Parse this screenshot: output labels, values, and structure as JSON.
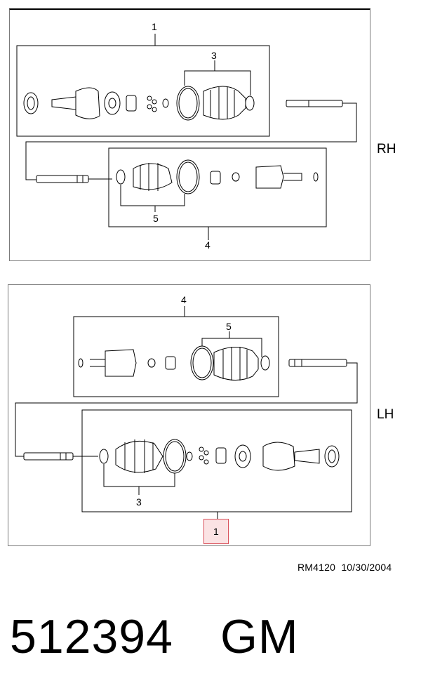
{
  "rh_panel": {
    "side_label": "RH",
    "callouts": {
      "c1": "1",
      "c3": "3",
      "c4": "4",
      "c5": "5"
    }
  },
  "lh_panel": {
    "side_label": "LH",
    "callouts": {
      "c4": "4",
      "c5": "5",
      "c3": "3",
      "c1": "1"
    }
  },
  "footer": {
    "drawing_code": "RM4120",
    "date": "10/30/2004"
  },
  "part_number": "512394",
  "brand": "GM",
  "colors": {
    "line": "#000000",
    "highlight_border": "#d9505a",
    "highlight_fill": "#fbe3e4"
  }
}
